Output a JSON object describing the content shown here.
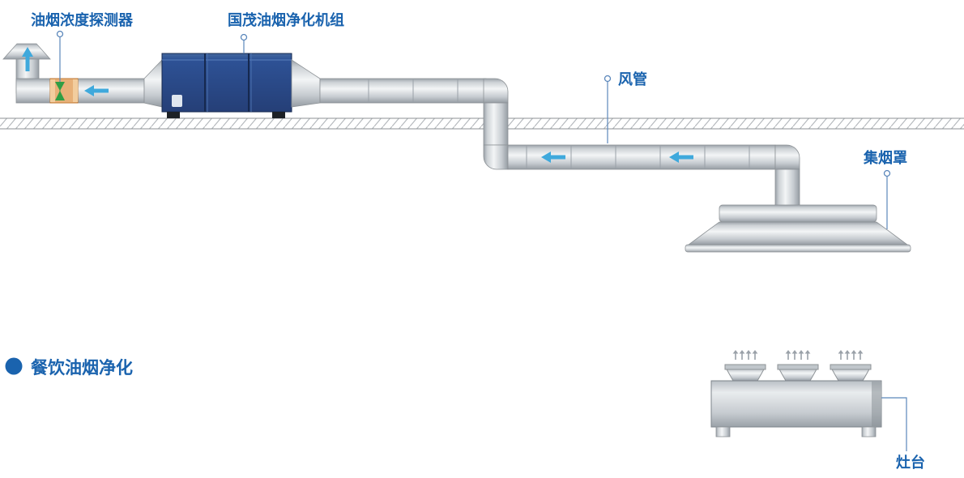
{
  "diagram": {
    "title": "餐饮油烟净化",
    "labels": {
      "detector": "油烟浓度探测器",
      "purifier": "国茂油烟净化机组",
      "duct": "风管",
      "hood": "集烟罩",
      "stove": "灶台"
    }
  },
  "colors": {
    "label_blue": "#1a63ae",
    "title_blue": "#1a63ae",
    "unit_blue": "#2e5296",
    "flow_arrow_cyan": "#3fa9dc",
    "detector_band_orange": "#e7b078",
    "sensor_green": "#2f9e44",
    "duct_metal_gray": "#c6cbd0",
    "roof_hatch_gray": "#b4b8bc",
    "background": "#ffffff"
  },
  "icons": {
    "flow-arrow-left": "◀",
    "flow-arrow-up": "▲",
    "steam-arrow-up": "↑",
    "leader-dot": "○",
    "title-bullet": "●"
  }
}
